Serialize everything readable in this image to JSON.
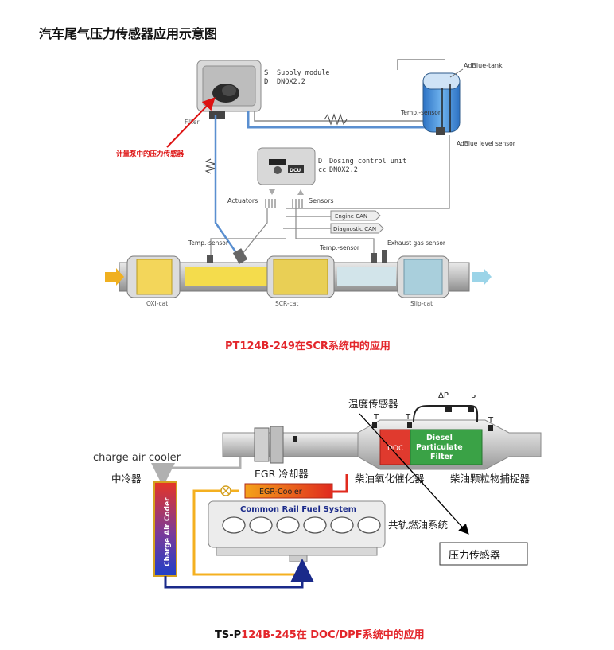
{
  "page_title": "汽车尾气压力传感器应用示意图",
  "diagram1": {
    "supply_module": {
      "prefix_s": "S",
      "prefix_d": "D",
      "name": "Supply module",
      "model": "DNOX2.2"
    },
    "filter_label": "Filter",
    "pressure_sensor_note": "计量泵中的压力传感器",
    "adblue_tank": "AdBlue-tank",
    "temp_sensor_tank": "Temp.-sensor",
    "adblue_level_sensor": "AdBlue level sensor",
    "dcu": {
      "badge": "DCU",
      "prefix_d": "D",
      "prefix_cc": "cc",
      "name": "Dosing control unit",
      "model": "DNOX2.2"
    },
    "actuators": "Actuators",
    "sensors": "Sensors",
    "engine_can": "Engine CAN",
    "diagnostic_can": "Diagnostic CAN",
    "temp_sensor_left": "Temp.-sensor",
    "temp_sensor_mid": "Temp.-sensor",
    "exhaust_gas_sensor": "Exhaust gas sensor",
    "oxi_cat": "OXI-cat",
    "scr_cat": "SCR-cat",
    "slip_cat": "Slip-cat"
  },
  "caption1": {
    "text": "PT124B-249在SCR系统中的应用"
  },
  "diagram2": {
    "temp_sensor_cn": "温度传感器",
    "t_marks": [
      "T",
      "T",
      "T"
    ],
    "delta_p": "ΔP",
    "p": "P",
    "doc": "DOC",
    "dpf": "Diesel Particulate Filter",
    "charge_air_cooler_en": "charge air cooler",
    "charge_air_cooler_cn": "中冷器",
    "egr_cooler_cn": "EGR 冷却器",
    "egr_cooler_en": "EGR-Cooler",
    "doc_cn": "柴油氧化催化器",
    "dpf_cn": "柴油颗粒物捕捉器",
    "common_rail_en": "Common Rail Fuel System",
    "common_rail_cn": "共轨燃油系统",
    "charge_air_coder": "Charge Air Coder",
    "pressure_sensor_box": "压力传感器"
  },
  "caption2": {
    "prefix": "TS-P",
    "text": "124B-245在 DOC/DPF系统中的应用"
  }
}
